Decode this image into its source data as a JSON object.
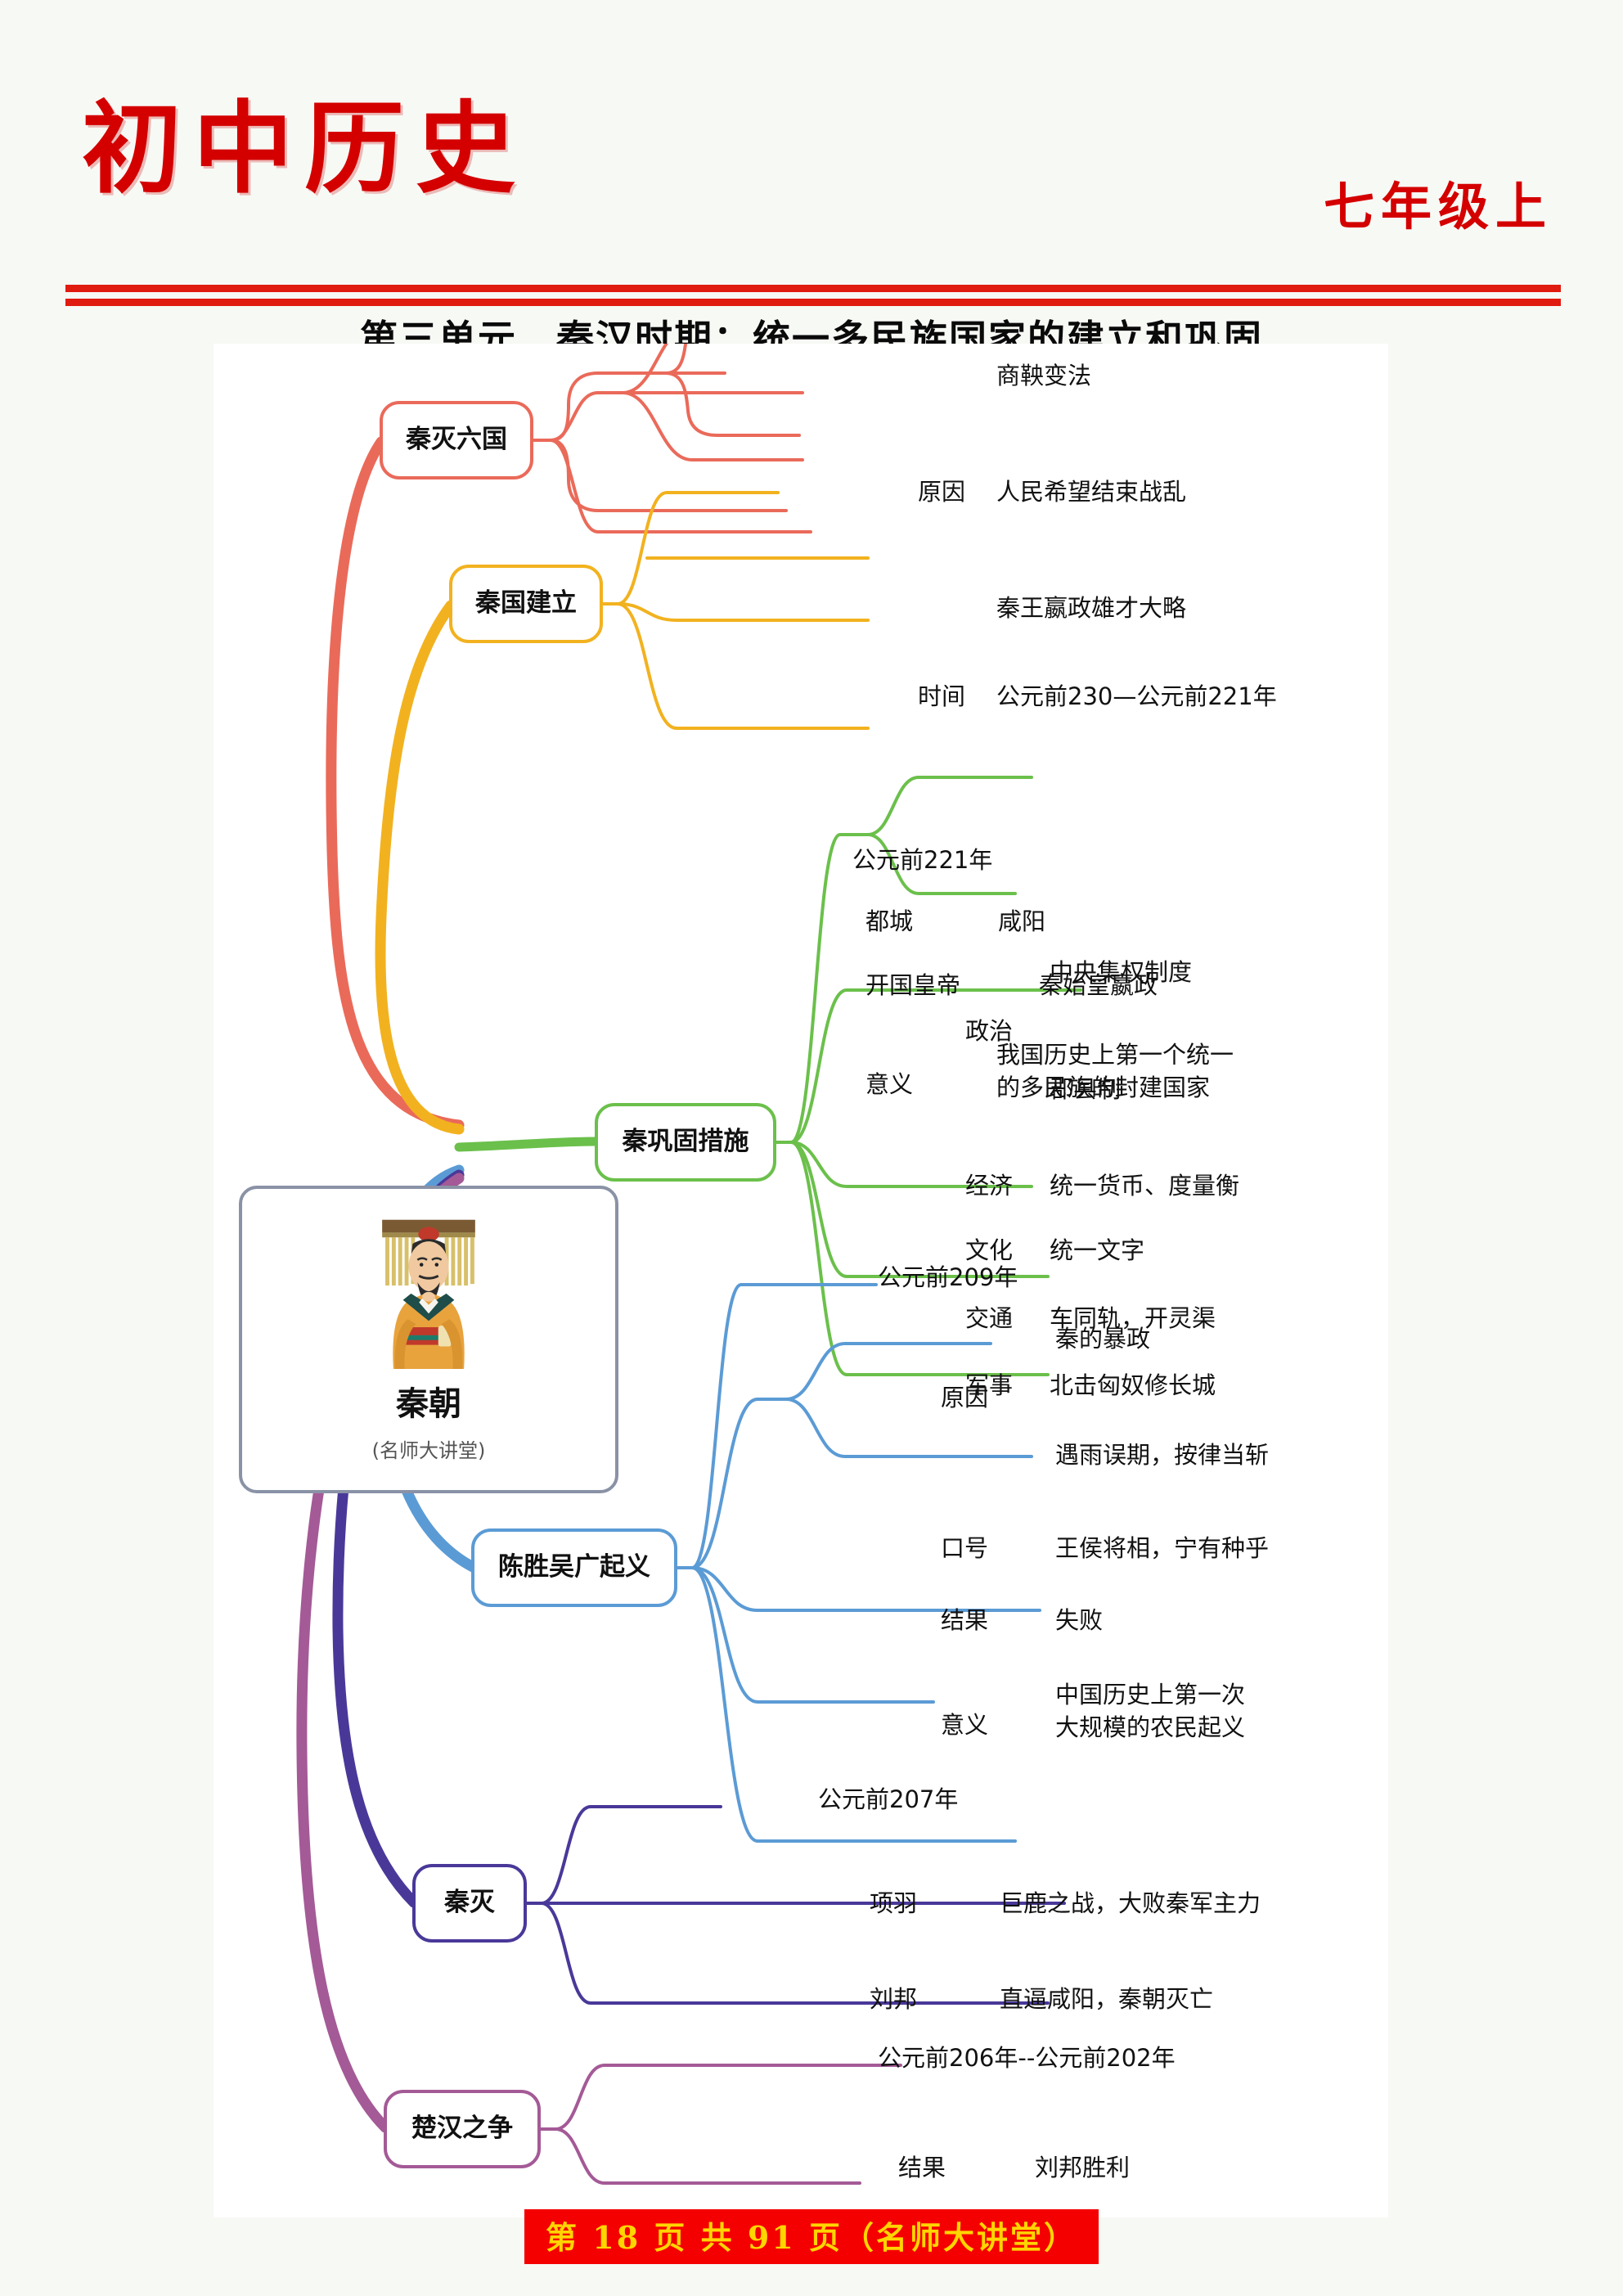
{
  "header": {
    "subject": "初中历史",
    "grade": "七年级上",
    "unit_title": "第三单元　秦汉时期：统一多民族国家的建立和巩固"
  },
  "center": {
    "title": "秦朝",
    "subtitle": "(名师大讲堂)",
    "portrait_alt": "qin-shi-huang-portrait"
  },
  "colors": {
    "branch1": "#ea6a5a",
    "branch2": "#f2b21f",
    "branch3": "#6bc04b",
    "branch4": "#5b9bd5",
    "branch5": "#4a3899",
    "branch6": "#a45a96",
    "center_border": "#8a92a6",
    "accent_red": "#d40000",
    "footer_bg": "#f40000",
    "footer_text": "#ffd500"
  },
  "branches": [
    {
      "id": "qin-mie-liu-guo",
      "label": "秦灭六国",
      "color": "#ea6a5a",
      "children": [
        {
          "label": "原因",
          "leaves": [
            "商鞅变法",
            "人民希望结束战乱",
            "秦王嬴政雄才大略"
          ]
        },
        {
          "label": "时间",
          "leaves": [
            "公元前230—公元前221年"
          ]
        }
      ]
    },
    {
      "id": "qin-guo-jian-li",
      "label": "秦国建立",
      "color": "#f2b21f",
      "children": [
        {
          "label": "",
          "leaves": [
            "公元前221年"
          ]
        },
        {
          "label": "都城",
          "leaves": [
            "咸阳"
          ]
        },
        {
          "label": "开国皇帝",
          "leaves": [
            "秦始皇嬴政"
          ]
        },
        {
          "label": "意义",
          "leaves": [
            "我国历史上第一个统一\n的多民族的封建国家"
          ]
        }
      ]
    },
    {
      "id": "qin-gong-gu-cuo-shi",
      "label": "秦巩固措施",
      "color": "#6bc04b",
      "children": [
        {
          "label": "政治",
          "leaves": [
            "中央集权制度",
            "郡县制"
          ]
        },
        {
          "label": "经济",
          "leaves": [
            "统一货币、度量衡"
          ]
        },
        {
          "label": "文化",
          "leaves": [
            "统一文字"
          ]
        },
        {
          "label": "交通",
          "leaves": [
            "车同轨，开灵渠"
          ]
        },
        {
          "label": "军事",
          "leaves": [
            "北击匈奴修长城"
          ]
        }
      ]
    },
    {
      "id": "chen-sheng-wu-guang-qi-yi",
      "label": "陈胜吴广起义",
      "color": "#5b9bd5",
      "children": [
        {
          "label": "",
          "leaves": [
            "公元前209年"
          ]
        },
        {
          "label": "原因",
          "leaves": [
            "秦的暴政",
            "遇雨误期，按律当斩"
          ]
        },
        {
          "label": "口号",
          "leaves": [
            "王侯将相，宁有种乎"
          ]
        },
        {
          "label": "结果",
          "leaves": [
            "失败"
          ]
        },
        {
          "label": "意义",
          "leaves": [
            "中国历史上第一次\n大规模的农民起义"
          ]
        }
      ]
    },
    {
      "id": "qin-mie",
      "label": "秦灭",
      "color": "#4a3899",
      "children": [
        {
          "label": "",
          "leaves": [
            "公元前207年"
          ]
        },
        {
          "label": "项羽",
          "leaves": [
            "巨鹿之战，大败秦军主力"
          ]
        },
        {
          "label": "刘邦",
          "leaves": [
            "直逼咸阳，秦朝灭亡"
          ]
        }
      ]
    },
    {
      "id": "chu-han-zhi-zheng",
      "label": "楚汉之争",
      "color": "#a45a96",
      "children": [
        {
          "label": "",
          "leaves": [
            "公元前206年--公元前202年"
          ]
        },
        {
          "label": "结果",
          "leaves": [
            "刘邦胜利"
          ]
        }
      ]
    }
  ],
  "labels": {
    "n1": "秦灭六国",
    "n2": "秦国建立",
    "n3": "秦巩固措施",
    "n4": "陈胜吴广起义",
    "n5": "秦灭",
    "n6": "楚汉之争",
    "b1_yuanyin": "原因",
    "b1_l1": "商鞅变法",
    "b1_l2": "人民希望结束战乱",
    "b1_l3": "秦王嬴政雄才大略",
    "b1_shijian": "时间",
    "b1_l4": "公元前230—公元前221年",
    "b2_l0": "公元前221年",
    "b2_ducheng": "都城",
    "b2_l1": "咸阳",
    "b2_huangdi": "开国皇帝",
    "b2_l2": "秦始皇嬴政",
    "b2_yiyi": "意义",
    "b2_l3a": "我国历史上第一个统一",
    "b2_l3b": "的多民族的封建国家",
    "b3_zhengzhi": "政治",
    "b3_l1": "中央集权制度",
    "b3_l2": "郡县制",
    "b3_jingji": "经济",
    "b3_l3": "统一货币、度量衡",
    "b3_wenhua": "文化",
    "b3_l4": "统一文字",
    "b3_jiaotong": "交通",
    "b3_l5": "车同轨，开灵渠",
    "b3_junshi": "军事",
    "b3_l6": "北击匈奴修长城",
    "b4_l0": "公元前209年",
    "b4_yuanyin": "原因",
    "b4_l1": "秦的暴政",
    "b4_l2": "遇雨误期，按律当斩",
    "b4_kouhao": "口号",
    "b4_l3": "王侯将相，宁有种乎",
    "b4_jieguo": "结果",
    "b4_l4": "失败",
    "b4_yiyi": "意义",
    "b4_l5a": "中国历史上第一次",
    "b4_l5b": "大规模的农民起义",
    "b5_l0": "公元前207年",
    "b5_xiangyu": "项羽",
    "b5_l1": "巨鹿之战，大败秦军主力",
    "b5_liubang": "刘邦",
    "b5_l2": "直逼咸阳，秦朝灭亡",
    "b6_l0": "公元前206年--公元前202年",
    "b6_jieguo": "结果",
    "b6_l1": "刘邦胜利"
  },
  "footer": {
    "text": "第 18 页 共 91 页（名师大讲堂）"
  }
}
